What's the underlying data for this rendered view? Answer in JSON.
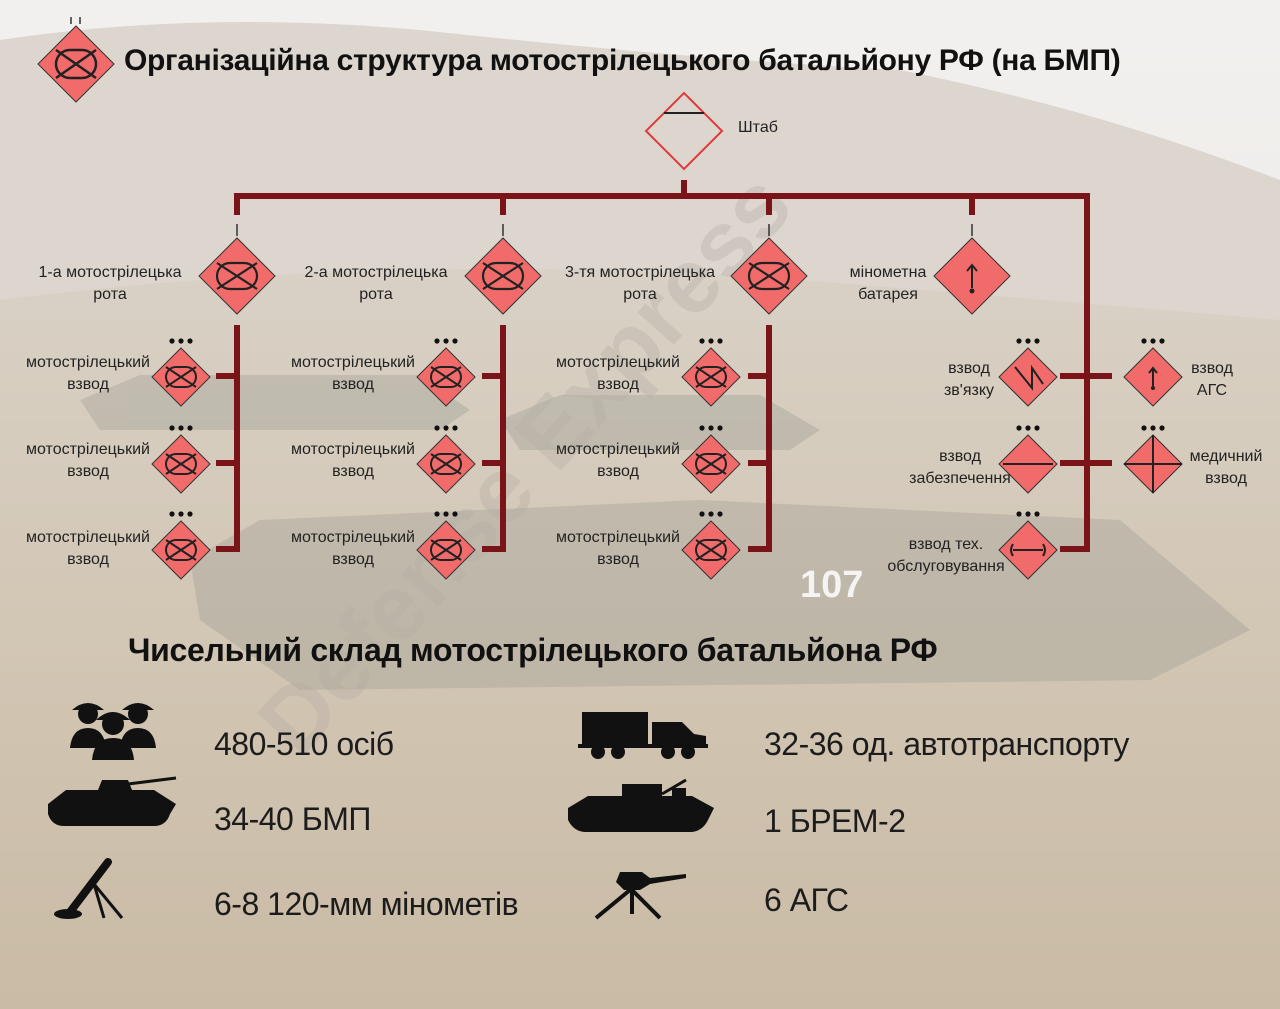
{
  "title": "Організаційна структура мотострілецького батальйону РФ (на БМП)",
  "headquarters_label": "Штаб",
  "companies": [
    {
      "label": "1-а мотострілецька рота"
    },
    {
      "label": "2-а мотострілецька рота"
    },
    {
      "label": "3-тя мотострілецька рота"
    }
  ],
  "mortar_battery": "мінометна батарея",
  "platoon_label": "мотострілецький взвод",
  "support_left": [
    "взвод зв'язку",
    "взвод забезпечення",
    "взвод тех. обслуговування"
  ],
  "support_right": [
    "взвод АГС",
    "медичний взвод"
  ],
  "strength_title": "Чисельний склад мотострілецького батальйона РФ",
  "stats": {
    "personnel": "480-510  осіб",
    "ifv": "34-40 БМП",
    "mortars": "6-8 120-мм мінометів",
    "vehicles": "32-36 од. автотранспорту",
    "brem": "1 БРЕМ-2",
    "ags": "6 АГС"
  },
  "watermark": "Defense Express",
  "vehicle_number": "107",
  "colors": {
    "symbol_fill": "#f26b6b",
    "line": "#7a1418",
    "text": "#1a1a1a"
  }
}
